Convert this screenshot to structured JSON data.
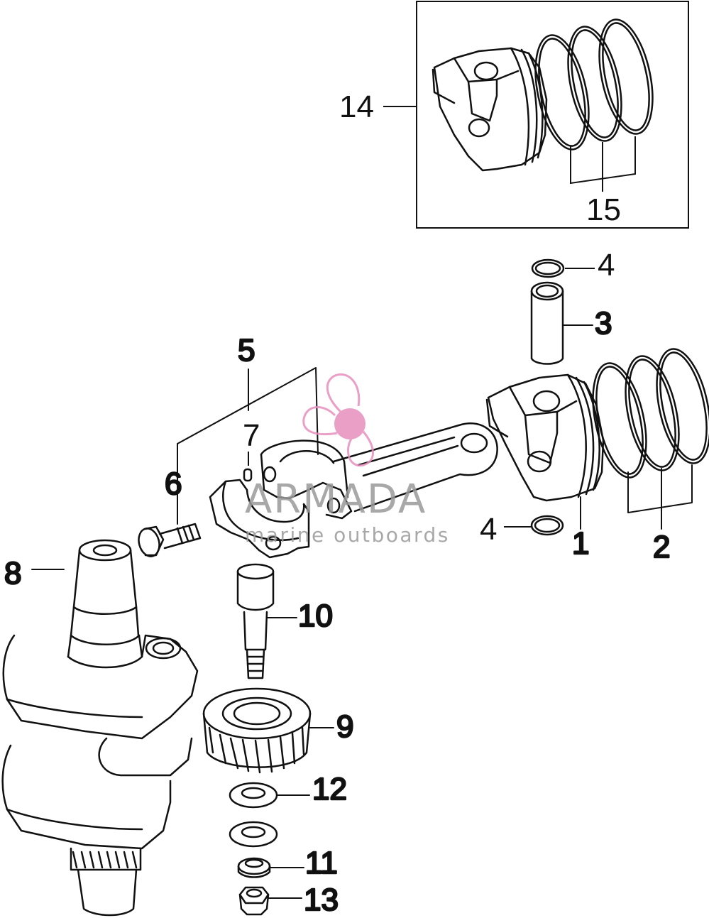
{
  "inset_callouts": [
    {
      "id": "piston-assembly",
      "label": "14"
    },
    {
      "id": "ring-set",
      "label": "15"
    }
  ],
  "callouts": [
    {
      "id": "piston",
      "label": "1"
    },
    {
      "id": "piston-rings",
      "label": "2"
    },
    {
      "id": "piston-pin",
      "label": "3"
    },
    {
      "id": "pin-clip-top",
      "label": "4"
    },
    {
      "id": "pin-clip-bottom",
      "label": "4"
    },
    {
      "id": "connecting-rod",
      "label": "5"
    },
    {
      "id": "rod-bolt",
      "label": "6"
    },
    {
      "id": "dowel-pin",
      "label": "7"
    },
    {
      "id": "crankshaft",
      "label": "8"
    },
    {
      "id": "drive-gear",
      "label": "9"
    },
    {
      "id": "gear-bolt",
      "label": "10"
    },
    {
      "id": "washer-small",
      "label": "11"
    },
    {
      "id": "washer-large",
      "label": "12"
    },
    {
      "id": "nut",
      "label": "13"
    }
  ],
  "watermark": {
    "brand": "ARMADA",
    "tagline": "marine outboards",
    "icon": "propeller-icon",
    "icon_color": "#e78fbd",
    "text_color": "#9a9a9a"
  }
}
